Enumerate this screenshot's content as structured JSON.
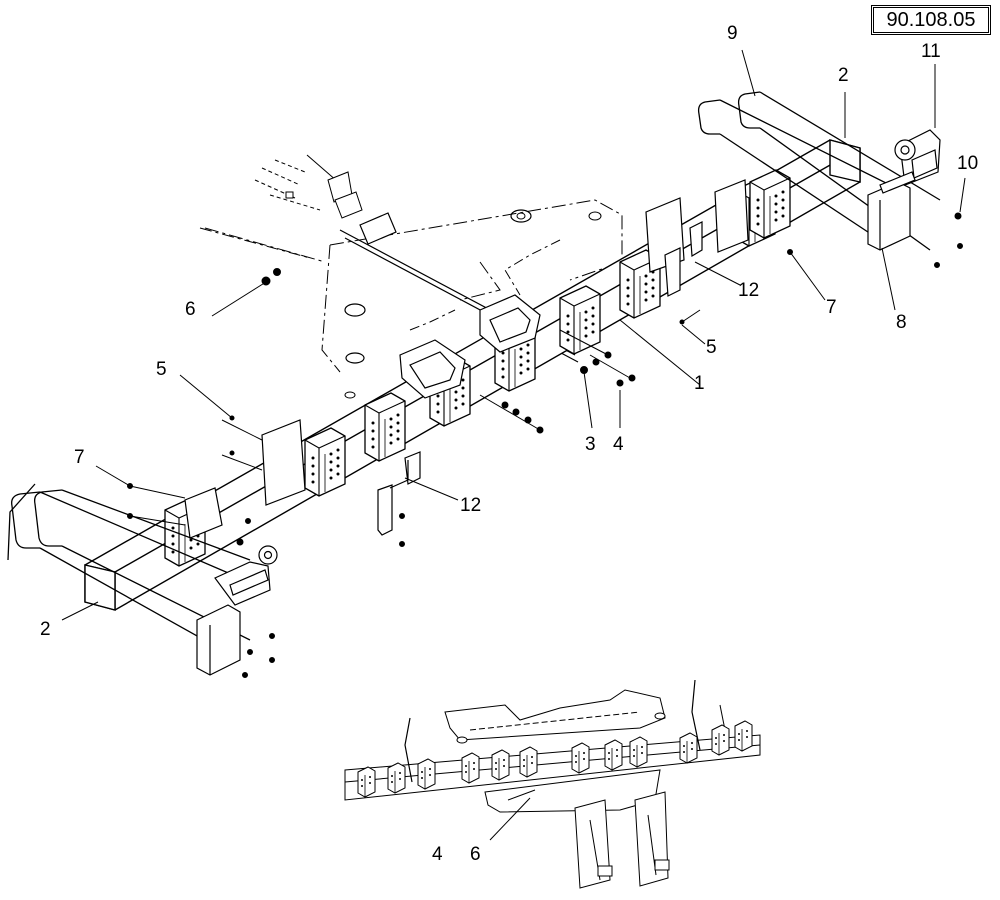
{
  "reference": "90.108.05",
  "callouts": {
    "c1": "1",
    "c2a": "2",
    "c2b": "2",
    "c3": "3",
    "c4a": "4",
    "c4b": "4",
    "c5a": "5",
    "c5b": "5",
    "c6a": "6",
    "c6b": "6",
    "c7a": "7",
    "c7b": "7",
    "c8": "8",
    "c9": "9",
    "c10": "10",
    "c11": "11",
    "c12a": "12",
    "c12b": "12"
  }
}
